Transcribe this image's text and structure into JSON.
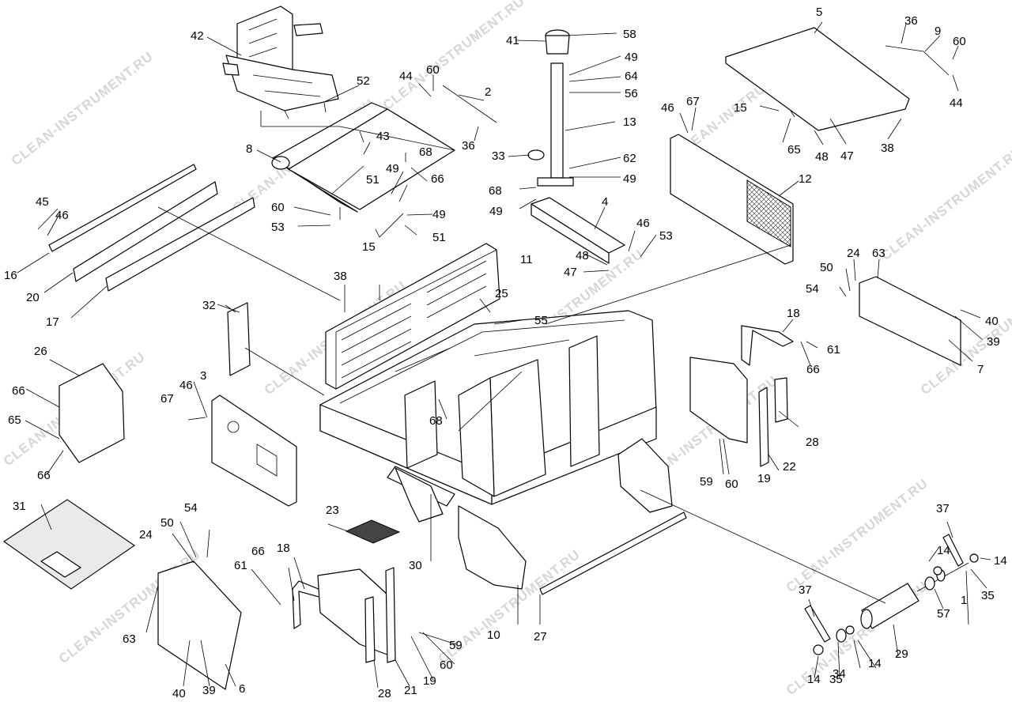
{
  "watermark": {
    "text": "CLEAN-INSTRUMENT.RU",
    "color": "#d6d6d6"
  },
  "labels": [
    {
      "id": "1",
      "text": "1"
    },
    {
      "id": "2",
      "text": "2"
    },
    {
      "id": "3",
      "text": "3"
    },
    {
      "id": "4",
      "text": "4"
    },
    {
      "id": "5",
      "text": "5"
    },
    {
      "id": "6",
      "text": "6"
    },
    {
      "id": "7",
      "text": "7"
    },
    {
      "id": "8",
      "text": "8"
    },
    {
      "id": "9",
      "text": "9"
    },
    {
      "id": "10",
      "text": "10"
    },
    {
      "id": "11",
      "text": "11"
    },
    {
      "id": "12",
      "text": "12"
    },
    {
      "id": "13",
      "text": "13"
    },
    {
      "id": "14a",
      "text": "14"
    },
    {
      "id": "14b",
      "text": "14"
    },
    {
      "id": "14c",
      "text": "14"
    },
    {
      "id": "14d",
      "text": "14"
    },
    {
      "id": "15a",
      "text": "15"
    },
    {
      "id": "15b",
      "text": "15"
    },
    {
      "id": "16",
      "text": "16"
    },
    {
      "id": "17",
      "text": "17"
    },
    {
      "id": "18a",
      "text": "18"
    },
    {
      "id": "18b",
      "text": "18"
    },
    {
      "id": "19a",
      "text": "19"
    },
    {
      "id": "19b",
      "text": "19"
    },
    {
      "id": "20",
      "text": "20"
    },
    {
      "id": "21",
      "text": "21"
    },
    {
      "id": "22",
      "text": "22"
    },
    {
      "id": "23",
      "text": "23"
    },
    {
      "id": "24a",
      "text": "24"
    },
    {
      "id": "24b",
      "text": "24"
    },
    {
      "id": "25",
      "text": "25"
    },
    {
      "id": "26",
      "text": "26"
    },
    {
      "id": "27",
      "text": "27"
    },
    {
      "id": "28a",
      "text": "28"
    },
    {
      "id": "28b",
      "text": "28"
    },
    {
      "id": "29",
      "text": "29"
    },
    {
      "id": "30",
      "text": "30"
    },
    {
      "id": "31",
      "text": "31"
    },
    {
      "id": "32",
      "text": "32"
    },
    {
      "id": "33",
      "text": "33"
    },
    {
      "id": "34",
      "text": "34"
    },
    {
      "id": "35a",
      "text": "35"
    },
    {
      "id": "35b",
      "text": "35"
    },
    {
      "id": "36a",
      "text": "36"
    },
    {
      "id": "36b",
      "text": "36"
    },
    {
      "id": "37a",
      "text": "37"
    },
    {
      "id": "37b",
      "text": "37"
    },
    {
      "id": "38a",
      "text": "38"
    },
    {
      "id": "38b",
      "text": "38"
    },
    {
      "id": "39a",
      "text": "39"
    },
    {
      "id": "39b",
      "text": "39"
    },
    {
      "id": "40a",
      "text": "40"
    },
    {
      "id": "40b",
      "text": "40"
    },
    {
      "id": "41",
      "text": "41"
    },
    {
      "id": "42",
      "text": "42"
    },
    {
      "id": "43",
      "text": "43"
    },
    {
      "id": "44a",
      "text": "44"
    },
    {
      "id": "44b",
      "text": "44"
    },
    {
      "id": "45",
      "text": "45"
    },
    {
      "id": "46a",
      "text": "46"
    },
    {
      "id": "46b",
      "text": "46"
    },
    {
      "id": "46c",
      "text": "46"
    },
    {
      "id": "46d",
      "text": "46"
    },
    {
      "id": "47a",
      "text": "47"
    },
    {
      "id": "47b",
      "text": "47"
    },
    {
      "id": "48a",
      "text": "48"
    },
    {
      "id": "48b",
      "text": "48"
    },
    {
      "id": "49a",
      "text": "49"
    },
    {
      "id": "49b",
      "text": "49"
    },
    {
      "id": "49c",
      "text": "49"
    },
    {
      "id": "49d",
      "text": "49"
    },
    {
      "id": "49e",
      "text": "49"
    },
    {
      "id": "50a",
      "text": "50"
    },
    {
      "id": "50b",
      "text": "50"
    },
    {
      "id": "51a",
      "text": "51"
    },
    {
      "id": "51b",
      "text": "51"
    },
    {
      "id": "52",
      "text": "52"
    },
    {
      "id": "53a",
      "text": "53"
    },
    {
      "id": "53b",
      "text": "53"
    },
    {
      "id": "54a",
      "text": "54"
    },
    {
      "id": "54b",
      "text": "54"
    },
    {
      "id": "55",
      "text": "55"
    },
    {
      "id": "56",
      "text": "56"
    },
    {
      "id": "57",
      "text": "57"
    },
    {
      "id": "58",
      "text": "58"
    },
    {
      "id": "59a",
      "text": "59"
    },
    {
      "id": "59b",
      "text": "59"
    },
    {
      "id": "60a",
      "text": "60"
    },
    {
      "id": "60b",
      "text": "60"
    },
    {
      "id": "60c",
      "text": "60"
    },
    {
      "id": "60d",
      "text": "60"
    },
    {
      "id": "60e",
      "text": "60"
    },
    {
      "id": "61a",
      "text": "61"
    },
    {
      "id": "61b",
      "text": "61"
    },
    {
      "id": "62",
      "text": "62"
    },
    {
      "id": "63a",
      "text": "63"
    },
    {
      "id": "63b",
      "text": "63"
    },
    {
      "id": "64",
      "text": "64"
    },
    {
      "id": "65a",
      "text": "65"
    },
    {
      "id": "65b",
      "text": "65"
    },
    {
      "id": "66a",
      "text": "66"
    },
    {
      "id": "66b",
      "text": "66"
    },
    {
      "id": "66c",
      "text": "66"
    },
    {
      "id": "66d",
      "text": "66"
    },
    {
      "id": "66e",
      "text": "66"
    },
    {
      "id": "67a",
      "text": "67"
    },
    {
      "id": "67b",
      "text": "67"
    },
    {
      "id": "68a",
      "text": "68"
    },
    {
      "id": "68b",
      "text": "68"
    },
    {
      "id": "68c",
      "text": "68"
    }
  ]
}
